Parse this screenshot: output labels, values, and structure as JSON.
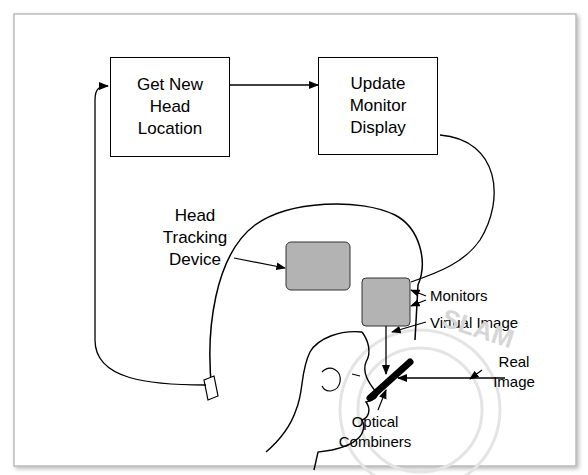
{
  "diagram": {
    "nodes": [
      {
        "text": [
          "Get New Head Location"
        ]
      },
      {
        "text": [
          "Update Monitor Display"
        ]
      }
    ],
    "edges": [
      {
        "from": 0,
        "to": 1,
        "arrow": "to"
      }
    ],
    "labels": [
      "Head Tracking Device",
      "Monitors",
      "Virtual Image",
      "Real Image",
      "Optical Combiners",
      "SLAM"
    ]
  }
}
